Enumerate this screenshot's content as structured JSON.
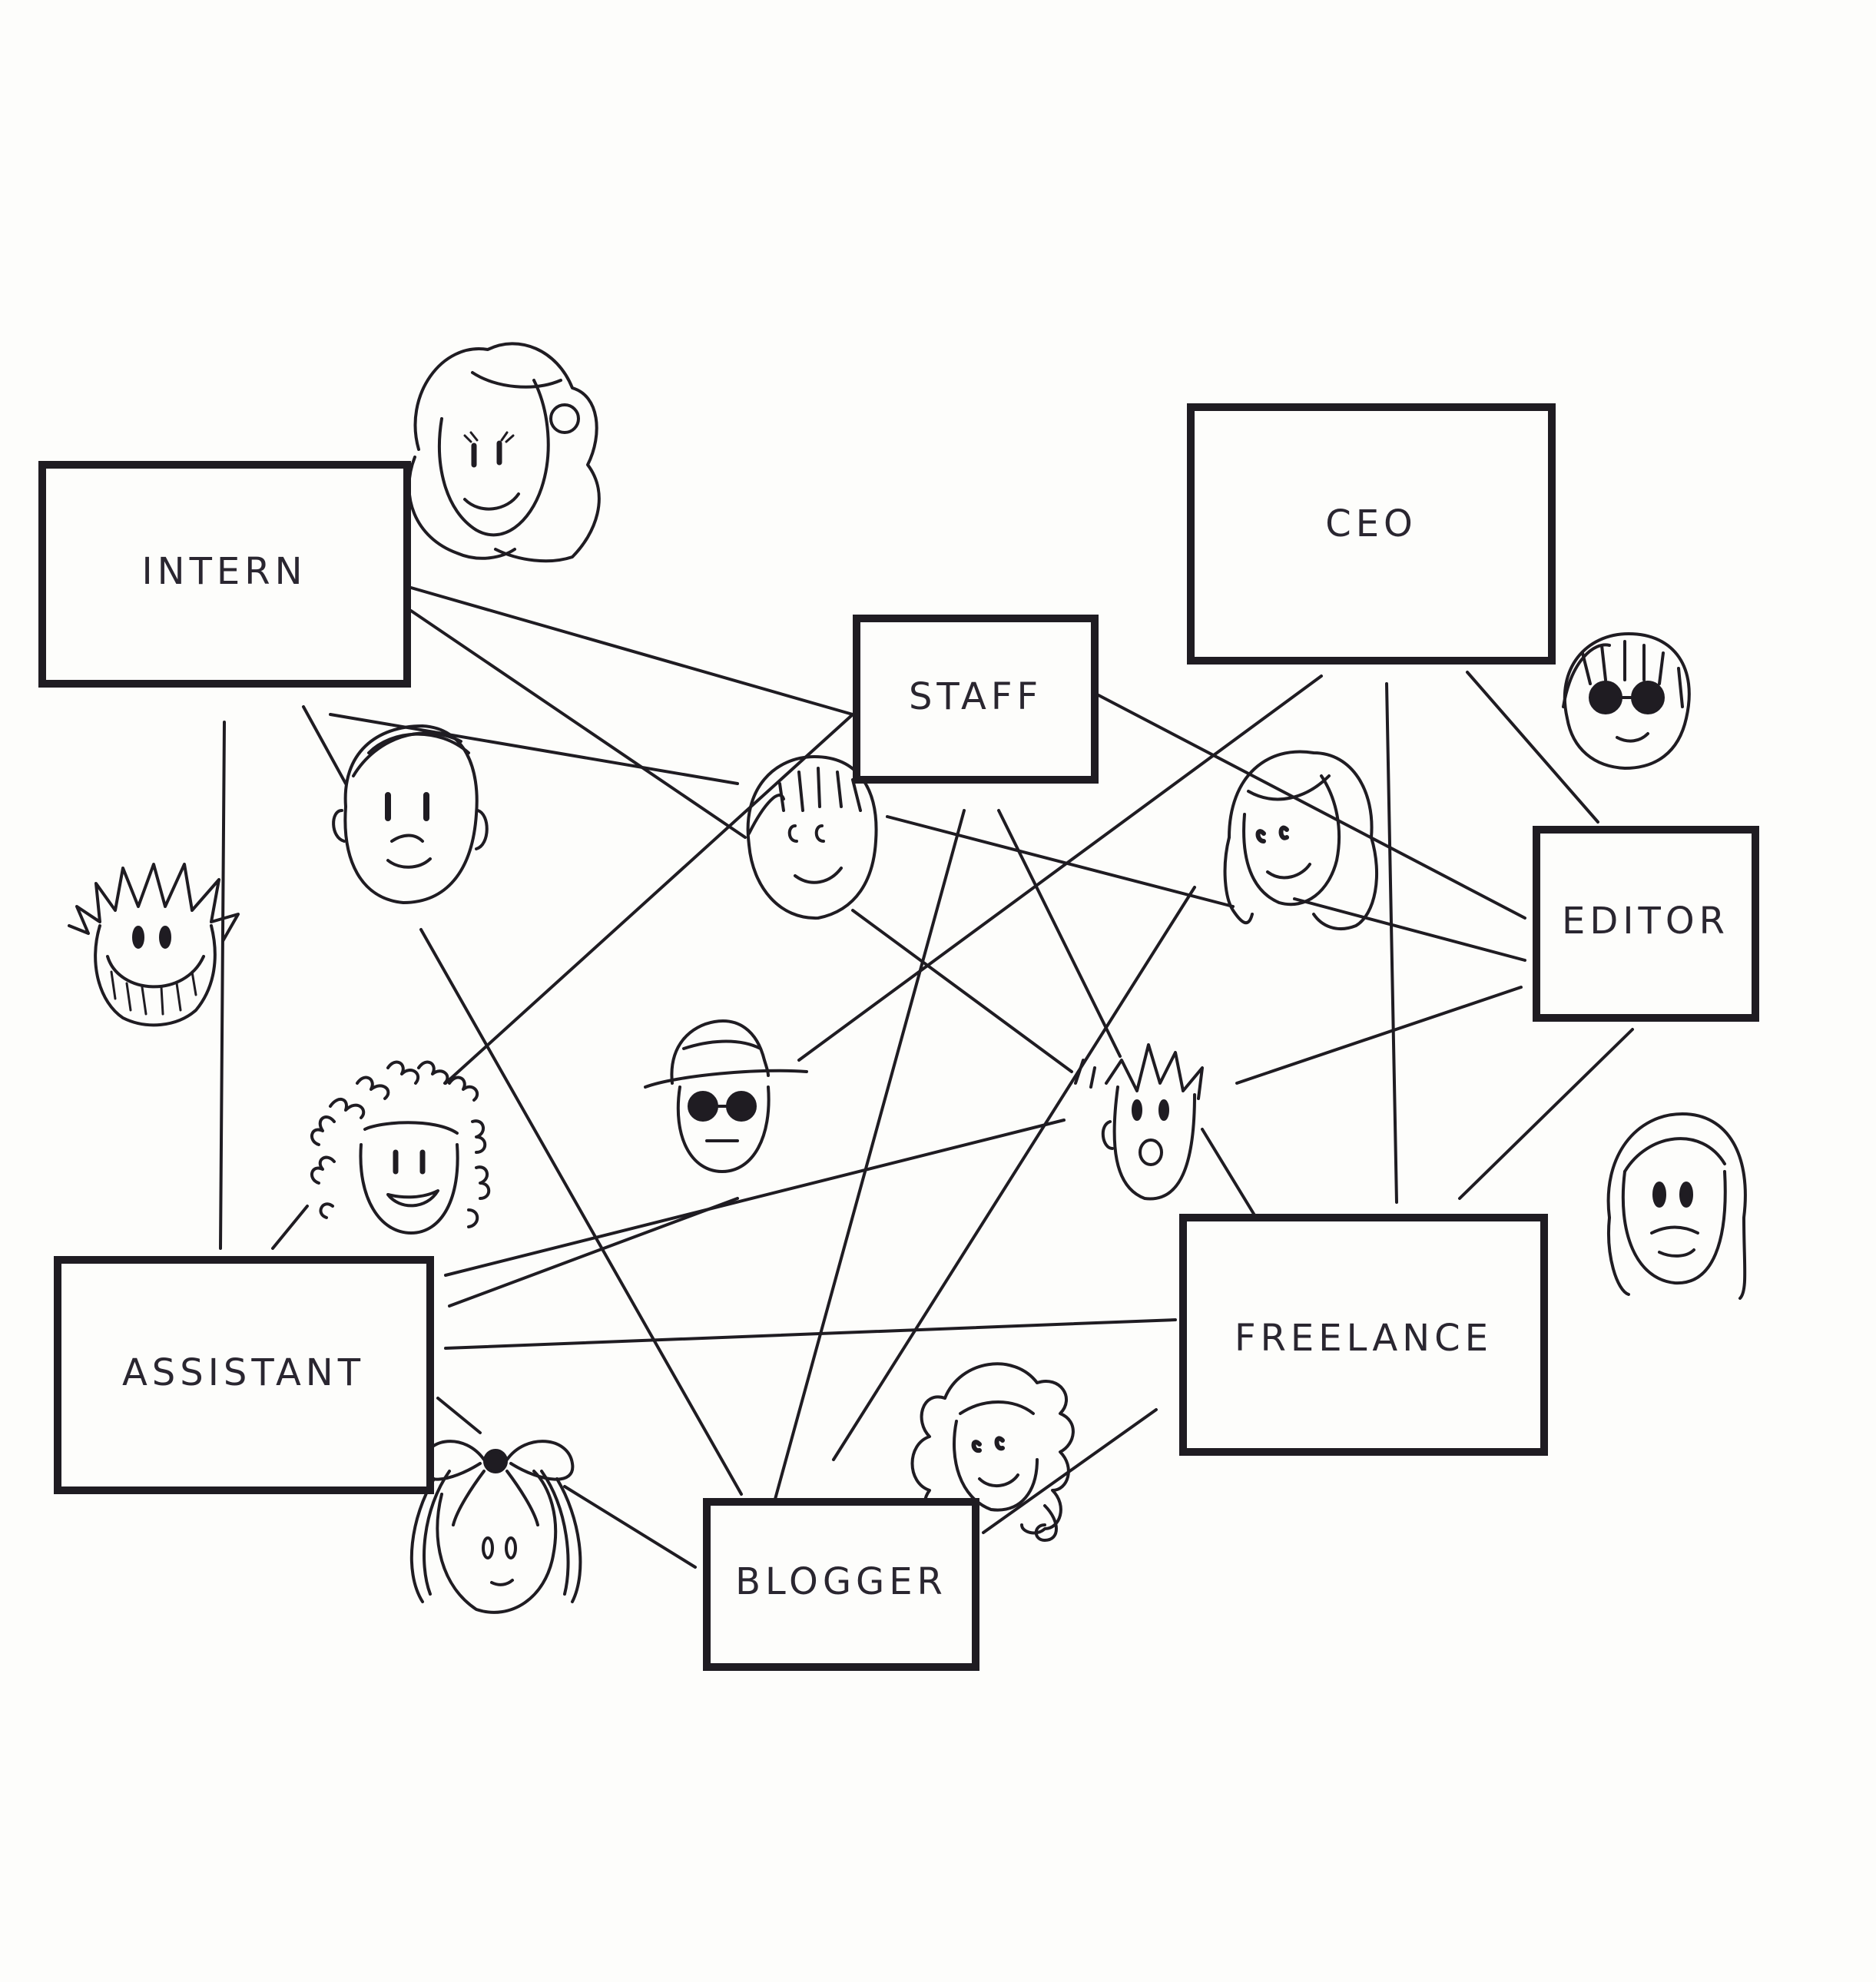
{
  "diagram": {
    "ink_color": "#1f1c22",
    "paper_color": "#fdfdfb",
    "nodes": [
      {
        "id": "intern",
        "label": "INTERN"
      },
      {
        "id": "staff",
        "label": "STAFF"
      },
      {
        "id": "ceo",
        "label": "CEO"
      },
      {
        "id": "editor",
        "label": "EDITOR"
      },
      {
        "id": "assistant",
        "label": "ASSISTANT"
      },
      {
        "id": "blogger",
        "label": "BLOGGER"
      },
      {
        "id": "freelance",
        "label": "FREELANCE"
      }
    ],
    "faces": [
      "wavy-hair-woman-icon",
      "balding-man-icon",
      "bangs-woman-icon",
      "spiky-hair-bearded-man-icon",
      "sunglasses-bob-woman-icon",
      "long-hair-woman-icon",
      "curly-hair-woman-icon",
      "hat-sunglasses-man-icon",
      "spiky-hair-man-icon",
      "straight-hair-mustache-man-icon",
      "bow-girl-icon",
      "curly-blonde-woman-icon"
    ]
  }
}
